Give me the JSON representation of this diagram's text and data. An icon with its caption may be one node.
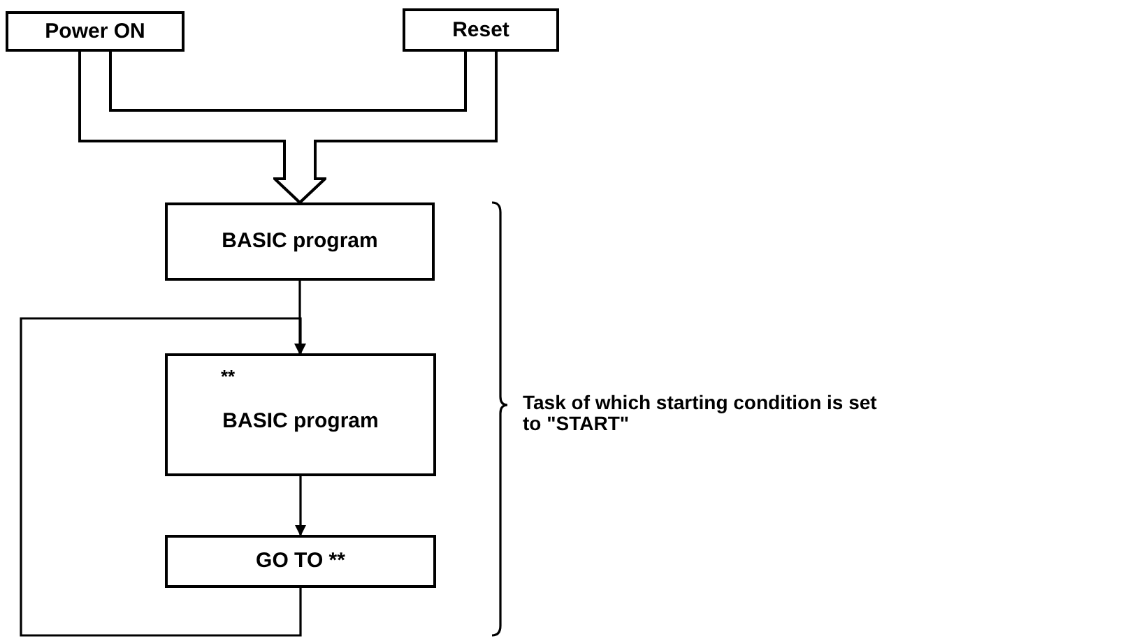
{
  "diagram": {
    "nodes": [
      {
        "text": [
          "Power ON"
        ]
      },
      {
        "text": [
          "Reset"
        ]
      },
      {
        "text": [
          "BASIC program"
        ]
      },
      {
        "text": [
          "**",
          "BASIC program"
        ]
      },
      {
        "text": [
          "GO TO **"
        ]
      }
    ],
    "edges": [
      {
        "from": 0,
        "to": 2,
        "arrow": "to",
        "style": "thick"
      },
      {
        "from": 1,
        "to": 2,
        "arrow": "to",
        "style": "thick"
      },
      {
        "from": 2,
        "to": 3,
        "arrow": "to"
      },
      {
        "from": 3,
        "to": 4,
        "arrow": "to"
      },
      {
        "from": 4,
        "to": 3,
        "arrow": "to"
      }
    ],
    "labels": [
      "Task of which starting condition is set to \"START\""
    ]
  }
}
